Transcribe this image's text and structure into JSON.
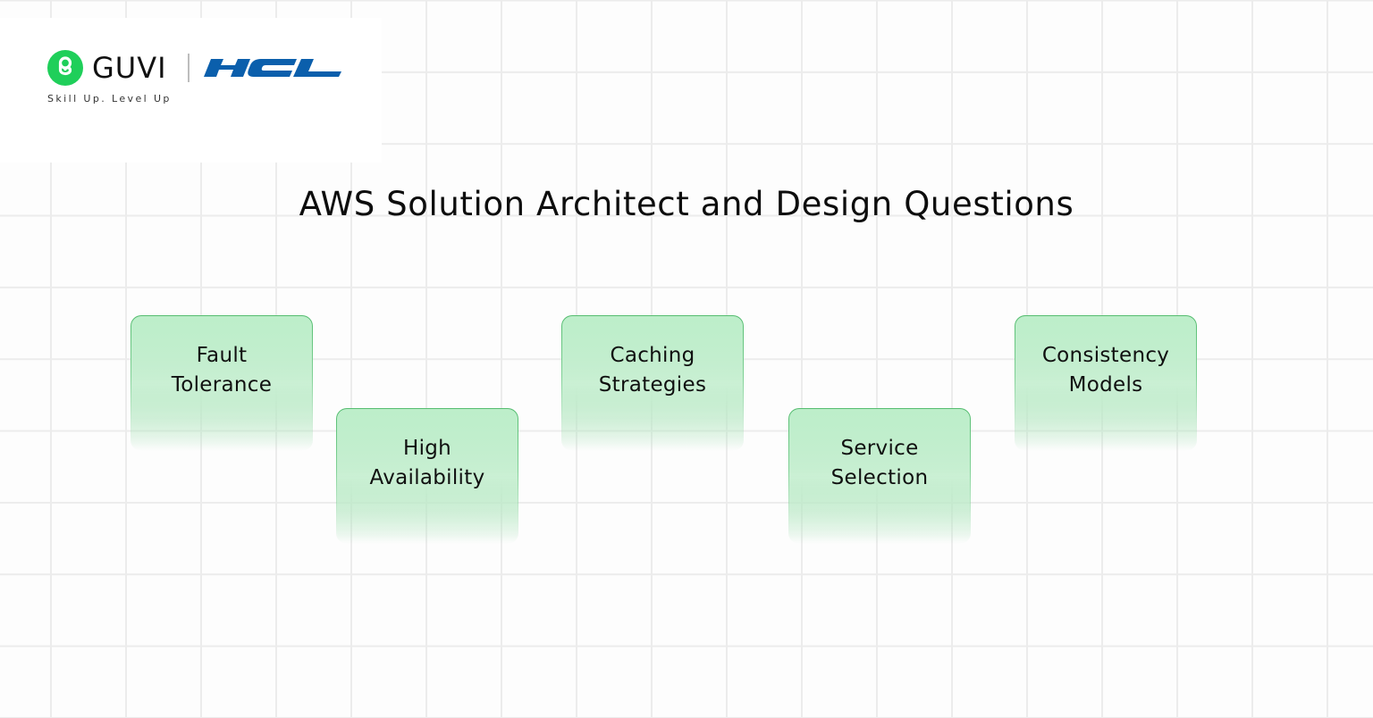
{
  "brand": {
    "guvi_icon": "guvi-g-logo-icon",
    "guvi_name": "GUVI",
    "partner_name": "HCL",
    "tagline": "Skill Up. Level Up",
    "colors": {
      "guvi_green": "#1fcf5a",
      "hcl_blue": "#0b5fac"
    }
  },
  "header": {
    "title": "AWS Solution Architect and Design Questions"
  },
  "cards": [
    {
      "label": "Fault\nTolerance"
    },
    {
      "label": "High\nAvailability"
    },
    {
      "label": "Caching\nStrategies"
    },
    {
      "label": "Service\nSelection"
    },
    {
      "label": "Consistency\nModels"
    }
  ],
  "theme": {
    "card_fill_top": "#c8f3d4",
    "card_border": "#55bd70",
    "grid_line": "#ececec",
    "background": "#fdfdfd"
  }
}
